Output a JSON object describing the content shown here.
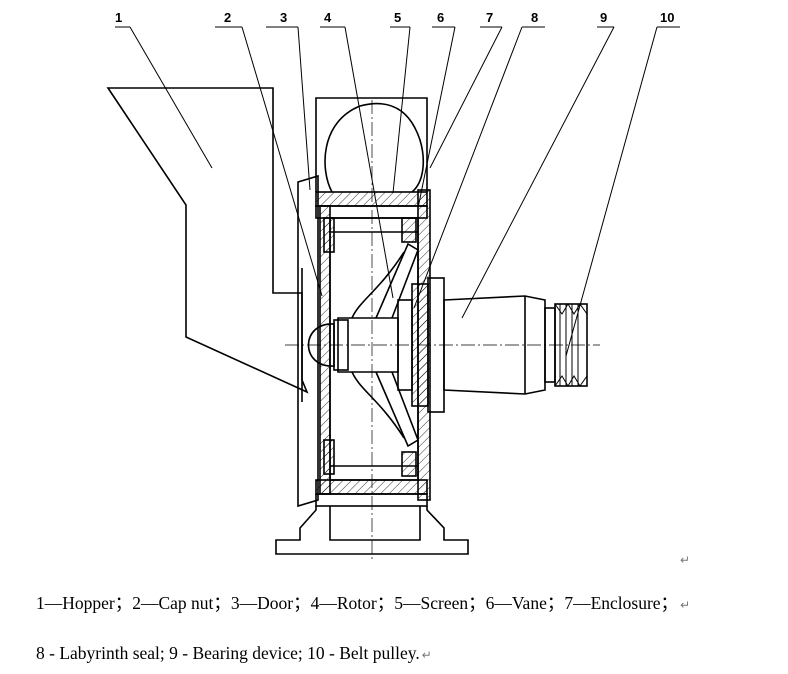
{
  "callouts": [
    {
      "label": "1"
    },
    {
      "label": "2"
    },
    {
      "label": "3"
    },
    {
      "label": "4"
    },
    {
      "label": "5"
    },
    {
      "label": "6"
    },
    {
      "label": "7"
    },
    {
      "label": "8"
    },
    {
      "label": "9"
    },
    {
      "label": "10"
    }
  ],
  "caption": {
    "line1": "1—Hopper；2—Cap nut；3—Door；4—Rotor；5—Screen；6—Vane；7—Enclosure；",
    "line2": "8 - Labyrinth seal; 9 - Bearing device; 10 - Belt pulley.",
    "paragraph_mark": "↵"
  }
}
